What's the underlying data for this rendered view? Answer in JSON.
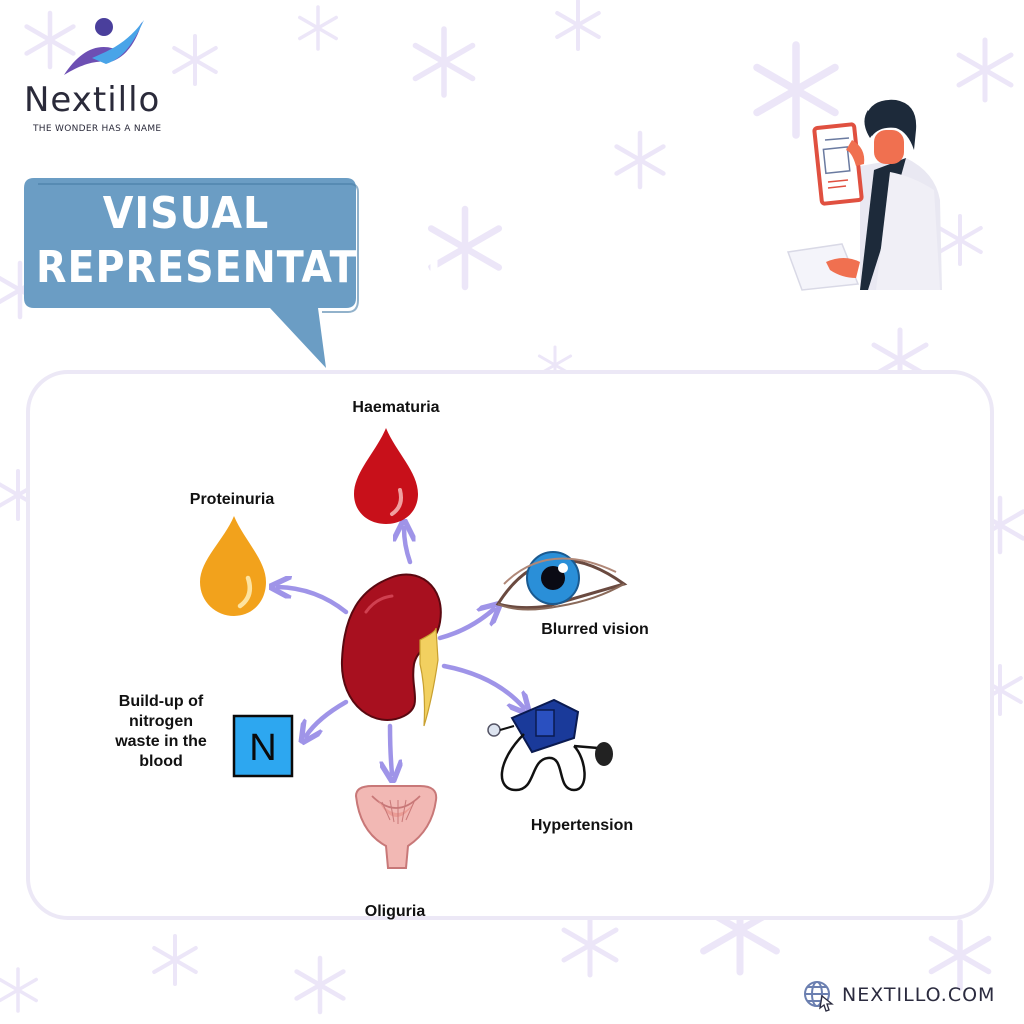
{
  "brand": {
    "name": "Nextillo",
    "tagline": "THE WONDER HAS A NAME"
  },
  "banner": {
    "line1": "VISUAL",
    "line2": "REPRESENTATION"
  },
  "diagram": {
    "labels": {
      "haematuria": "Haematuria",
      "proteinuria": "Proteinuria",
      "blurred_vision": "Blurred vision",
      "nitrogen_line1": "Build-up of",
      "nitrogen_line2": "nitrogen",
      "nitrogen_line3": "waste in the",
      "nitrogen_line4": "blood",
      "hypertension": "Hypertension",
      "oliguria": "Oliguria"
    },
    "nitrogen_symbol": "N"
  },
  "footer": {
    "url": "NEXTILLO.COM",
    "icon": "globe-icon"
  },
  "colors": {
    "banner_blue": "#6b9dc4",
    "arrow_purple": "#9f94e8",
    "kidney_red": "#a8101f",
    "blood_red": "#c8101a",
    "protein_orange": "#f2a21c",
    "eye_blue": "#2a8fd8",
    "n_box_blue": "#2da7f0",
    "snowflake": "#ece6f8"
  }
}
